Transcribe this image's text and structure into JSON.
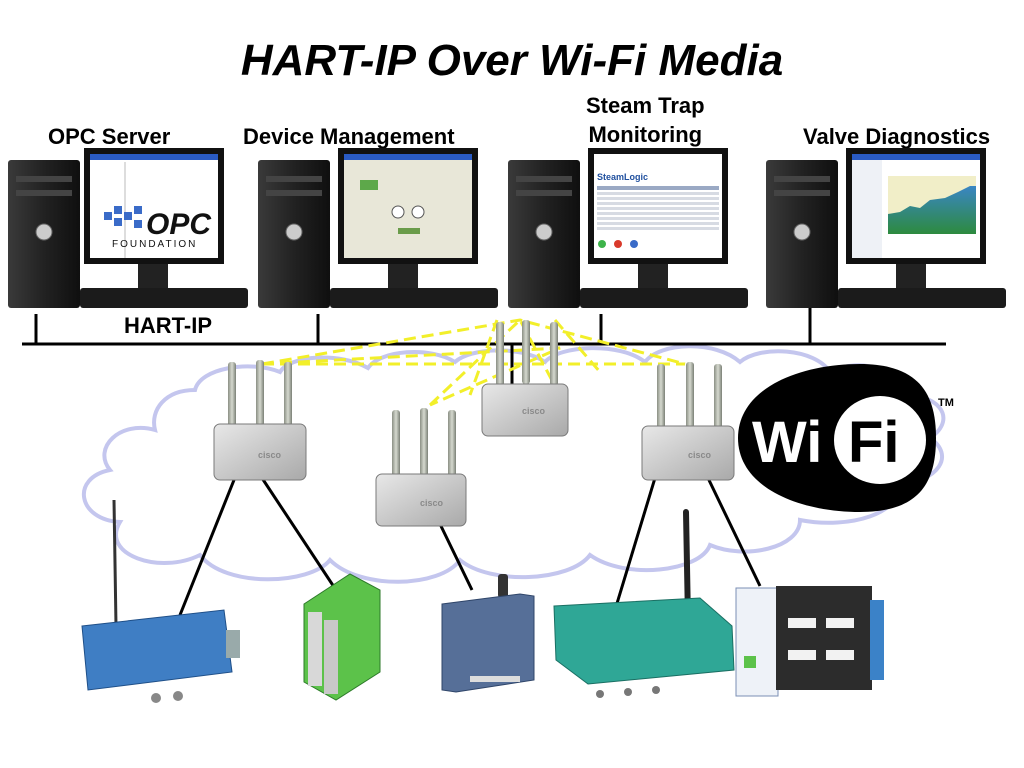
{
  "title": "HART-IP Over Wi-Fi Media",
  "stations": [
    {
      "label": "OPC Server",
      "screen": "opc"
    },
    {
      "label": "Device Management",
      "screen": "device"
    },
    {
      "label_line1": "Steam Trap",
      "label_line2": "Monitoring",
      "screen": "steam"
    },
    {
      "label": "Valve Diagnostics",
      "screen": "valve"
    }
  ],
  "network_label": "HART-IP",
  "opc_logo": {
    "mark": "OPC",
    "subtext": "FOUNDATION"
  },
  "steam_logo": "SteamLogic",
  "wifi_logo": {
    "left": "Wi",
    "right": "Fi",
    "mark": "TM"
  },
  "access_point_brand": "cisco",
  "colors": {
    "backbone": "#000000",
    "mesh_links": "#f2ef2a",
    "cloud_outline": "#c4c6ee",
    "computer_body": "#1c1c1c",
    "device_blue": "#3f7ec4",
    "device_green": "#5cc24a",
    "device_teal": "#2fa796",
    "device_steel": "#566f98"
  },
  "devices": [
    "blue-wireless-adapter",
    "green-din-rail-module",
    "steel-blue-wireless-transmitter",
    "teal-wireless-gateway",
    "blue-io-system"
  ]
}
